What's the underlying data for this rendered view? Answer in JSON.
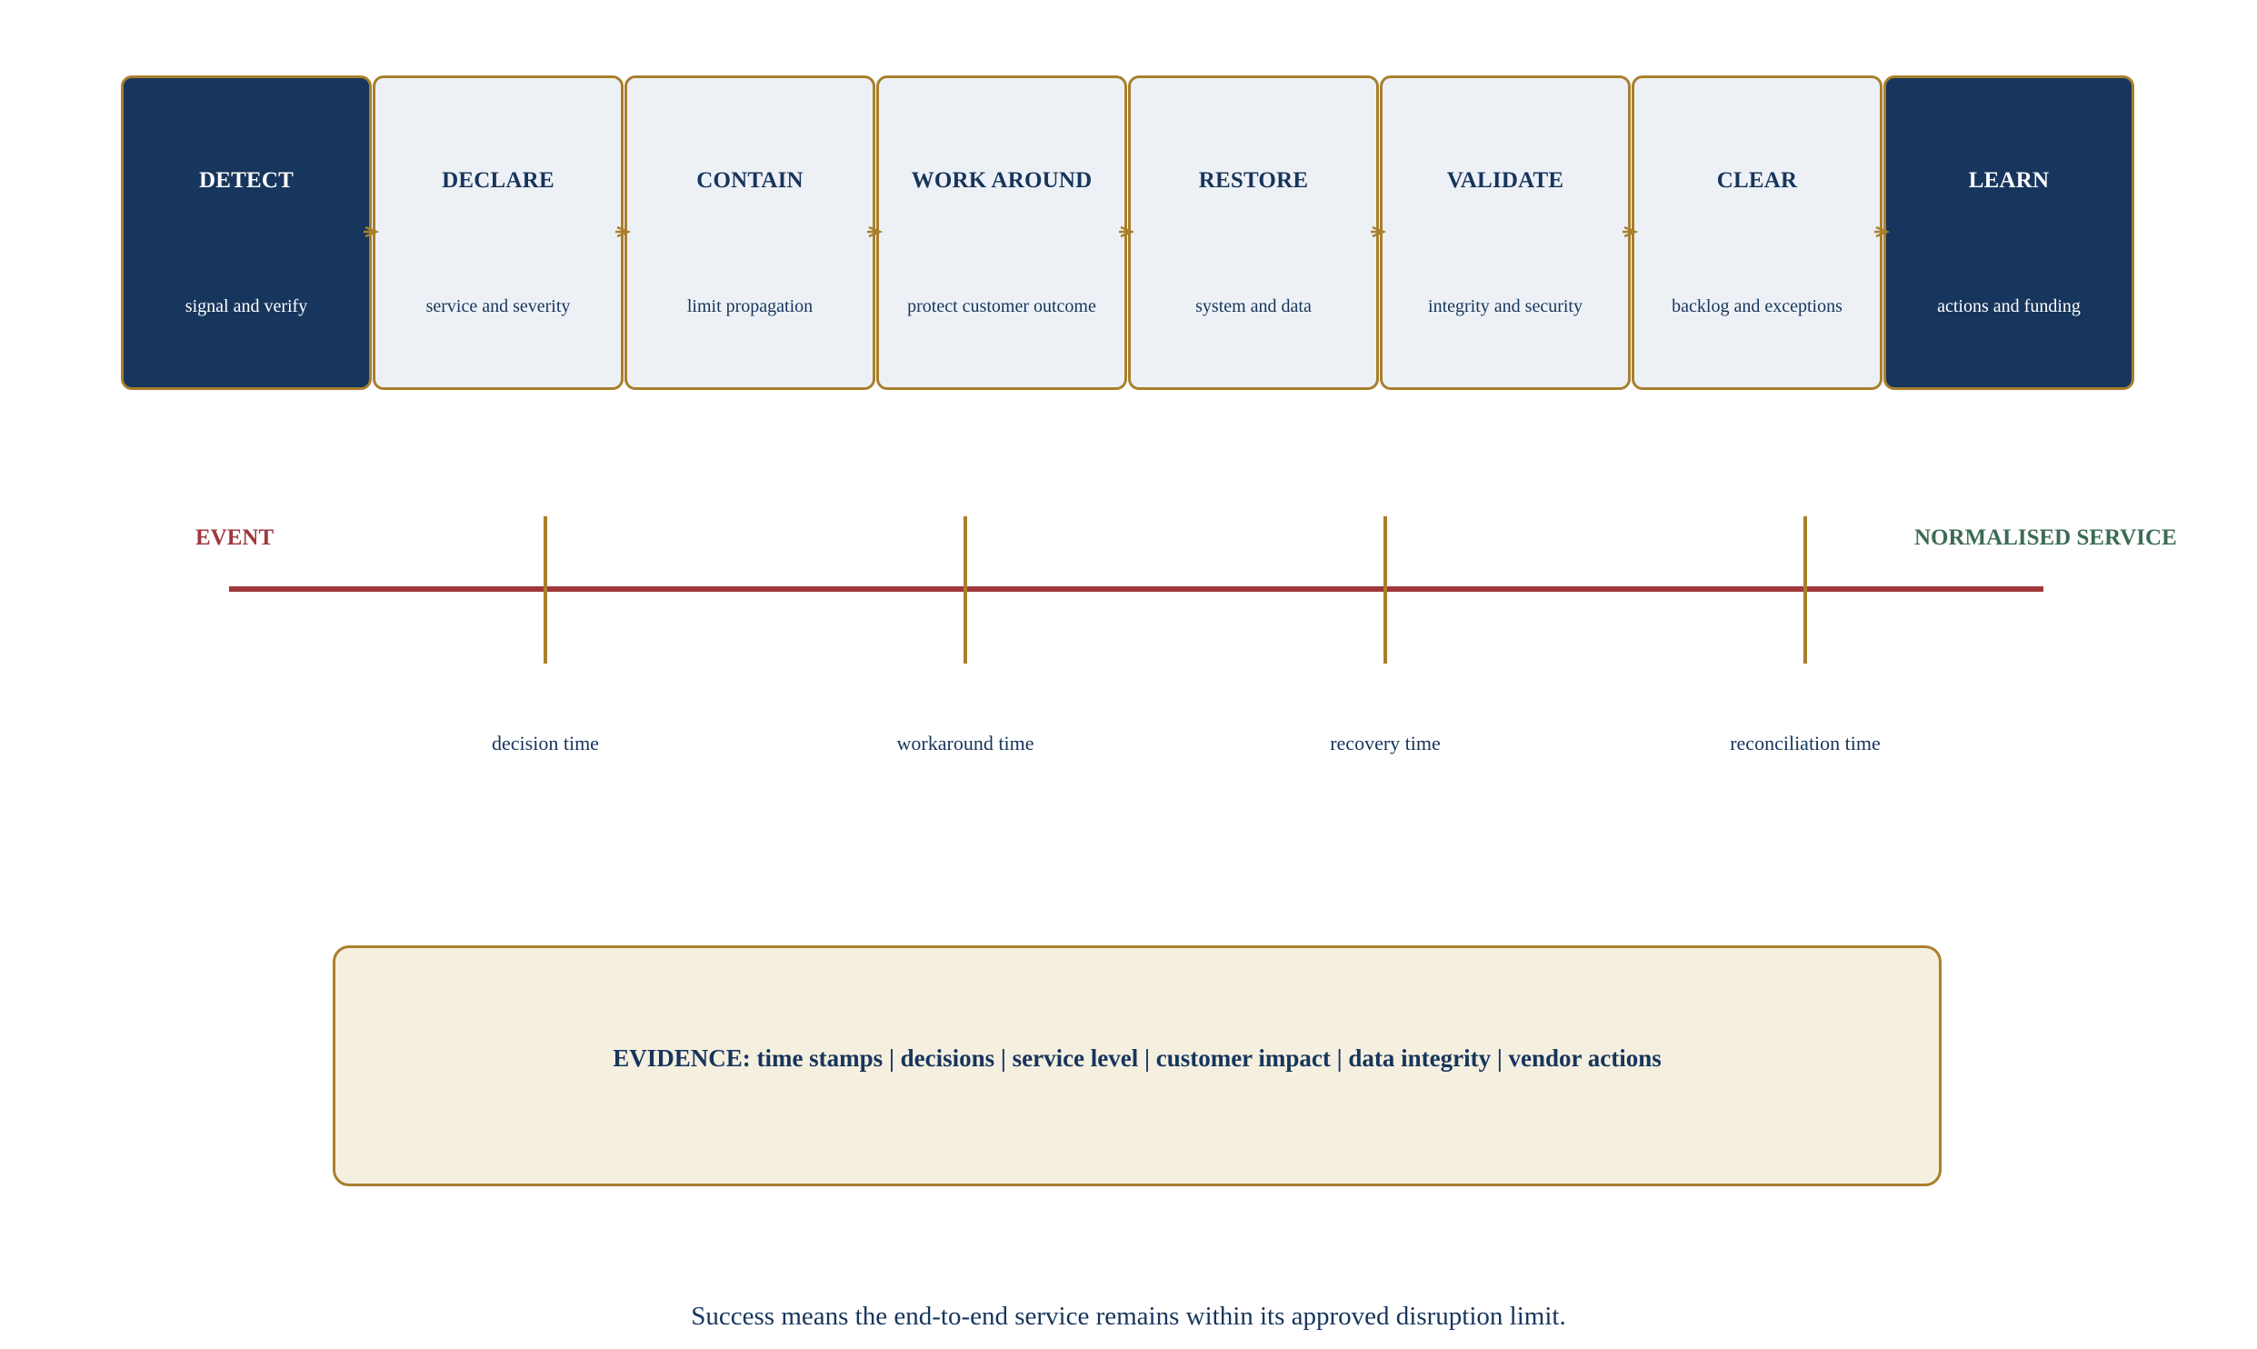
{
  "stages": [
    {
      "name": "DETECT",
      "desc": "signal and verify",
      "style": "dark"
    },
    {
      "name": "DECLARE",
      "desc": "service and severity",
      "style": "light"
    },
    {
      "name": "CONTAIN",
      "desc": "limit propagation",
      "style": "light"
    },
    {
      "name": "WORK AROUND",
      "desc": "protect customer outcome",
      "style": "light"
    },
    {
      "name": "RESTORE",
      "desc": "system and data",
      "style": "light"
    },
    {
      "name": "VALIDATE",
      "desc": "integrity and security",
      "style": "light"
    },
    {
      "name": "CLEAR",
      "desc": "backlog and exceptions",
      "style": "light"
    },
    {
      "name": "LEARN",
      "desc": "actions and funding",
      "style": "dark"
    }
  ],
  "timeline": {
    "start_label": "EVENT",
    "end_label": "NORMALISED SERVICE",
    "milestones": [
      "decision time",
      "workaround time",
      "recovery time",
      "reconciliation time"
    ]
  },
  "evidence": {
    "text": "EVIDENCE: time stamps | decisions | service level | customer impact | data integrity | vendor actions"
  },
  "footer": {
    "text": "Success means the end-to-end service remains within its approved disruption limit."
  },
  "colors": {
    "navy": "#17365d",
    "light_box": "#edf1f6",
    "gold_border": "#a97f2c",
    "timeline_red": "#a0373b",
    "end_green": "#3c6b54",
    "evidence_bg": "#f4efdf"
  }
}
